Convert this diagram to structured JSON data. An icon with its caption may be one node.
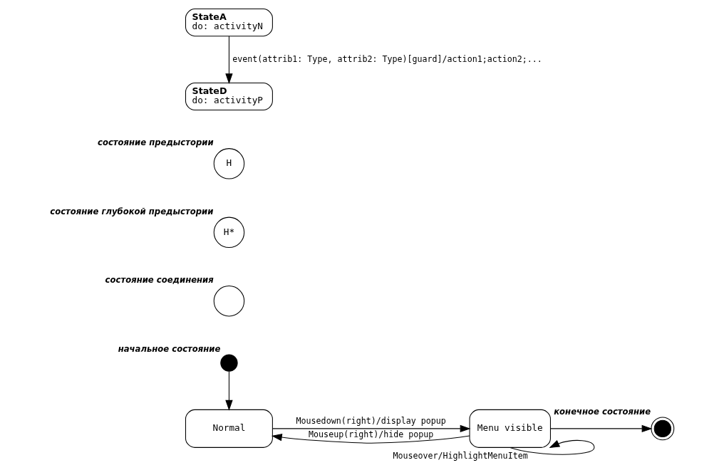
{
  "diagram": {
    "nodes": [
      {
        "text": [
          "StateA",
          "do: activityN"
        ]
      },
      {
        "text": [
          "StateD",
          "do: activityP"
        ]
      },
      {
        "text": [
          "H"
        ],
        "beside": [
          "состояние предыстории"
        ]
      },
      {
        "text": [
          "H*"
        ],
        "beside": [
          "состояние глубокой предыстории"
        ]
      },
      {
        "text": [],
        "shape": "circle",
        "beside": [
          "состояние соединения"
        ]
      },
      {
        "text": [],
        "shape": "circle",
        "beside": [
          "начальное состояние"
        ]
      },
      {
        "text": [
          "Normal"
        ]
      },
      {
        "text": [
          "Menu visible"
        ]
      },
      {
        "text": [],
        "shape": "circle",
        "beside": [
          "конечное состояние"
        ]
      }
    ],
    "edges": [
      {
        "from": 0,
        "to": 1,
        "arrow": "to",
        "label": "event(attrib1: Type, attrib2: Type)[guard]/action1;action2;..."
      },
      {
        "from": 5,
        "to": 6,
        "arrow": "to"
      },
      {
        "from": 6,
        "to": 7,
        "arrow": "to",
        "label": "Mousedown(right)/display popup"
      },
      {
        "from": 7,
        "to": 6,
        "arrow": "to",
        "label": "Mouseup(right)/hide popup"
      },
      {
        "from": 7,
        "to": 7,
        "arrow": "to",
        "label": "Mouseover/HighlightMenuItem"
      },
      {
        "from": 7,
        "to": 8,
        "arrow": "to"
      }
    ]
  }
}
